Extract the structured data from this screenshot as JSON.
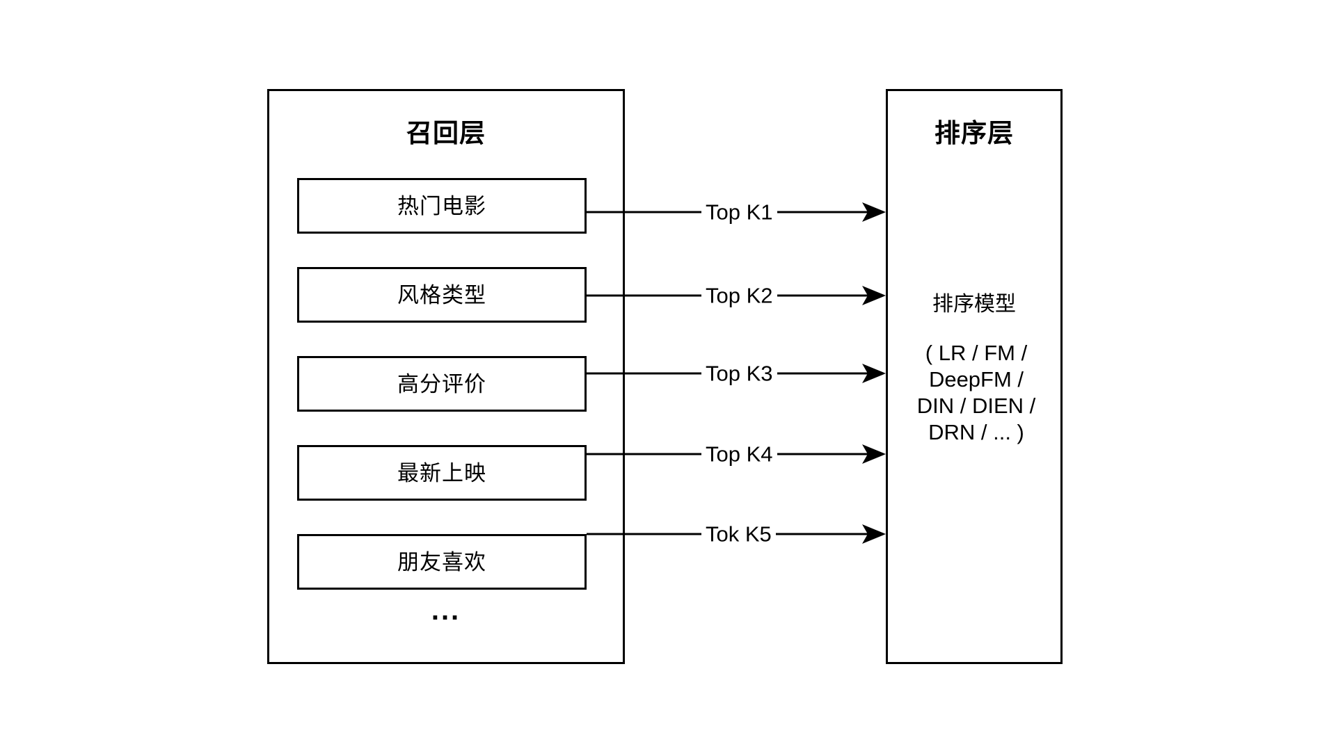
{
  "diagram": {
    "title": "Recommendation system: recall layer to ranking layer",
    "background_color": "#ffffff",
    "line_color": "#000000",
    "text_color": "#000000"
  },
  "recall_layer": {
    "title": "召回层",
    "items": [
      {
        "label": "热门电影"
      },
      {
        "label": "风格类型"
      },
      {
        "label": "高分评价"
      },
      {
        "label": "最新上映"
      },
      {
        "label": "朋友喜欢"
      }
    ],
    "more_indicator": "..."
  },
  "ranking_layer": {
    "title": "排序层",
    "model_name": "排序模型",
    "model_list": "( LR / FM / DeepFM / DIN / DIEN / DRN / ... )",
    "model_list_lines": [
      "( LR / FM /",
      "DeepFM /",
      "DIN / DIEN /",
      "DRN / ... )"
    ]
  },
  "connections": [
    {
      "label": "Top K1",
      "from": "热门电影",
      "to": "排序层"
    },
    {
      "label": "Top K2",
      "from": "风格类型",
      "to": "排序层"
    },
    {
      "label": "Top K3",
      "from": "高分评价",
      "to": "排序层"
    },
    {
      "label": "Top K4",
      "from": "最新上映",
      "to": "排序层"
    },
    {
      "label": "Tok K5",
      "from": "朋友喜欢",
      "to": "排序层"
    }
  ]
}
